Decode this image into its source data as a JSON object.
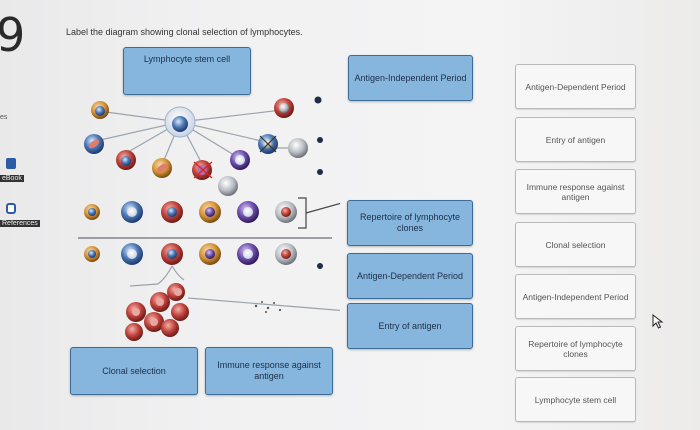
{
  "question": {
    "number": "9",
    "prompt": "Label the diagram showing clonal selection of lymphocytes."
  },
  "sidebar": {
    "items": [
      {
        "label": "es"
      },
      {
        "label": "eBook"
      },
      {
        "label": "References"
      }
    ]
  },
  "diagram_labels": [
    {
      "label": "Lymphocyte stem cell"
    },
    {
      "label": "Antigen-Independent Period"
    },
    {
      "label": "Repertoire of lymphocyte clones"
    },
    {
      "label": "Antigen-Dependent Period"
    },
    {
      "label": "Entry of antigen"
    },
    {
      "label": "Clonal selection"
    },
    {
      "label": "Immune response against antigen"
    }
  ],
  "answer_bank": [
    {
      "label": "Antigen-Dependent Period"
    },
    {
      "label": "Entry of antigen"
    },
    {
      "label": "Immune response against antigen"
    },
    {
      "label": "Clonal selection"
    },
    {
      "label": "Antigen-Independent Period"
    },
    {
      "label": "Repertoire of lymphocyte clones"
    },
    {
      "label": "Lymphocyte stem cell"
    }
  ],
  "colors": {
    "drop_zone": "#86b6dd",
    "drop_zone_border": "#3d6d96",
    "bank_bg": "#f7f7f7",
    "sidebar_icon_blue": "#2c5ca8"
  }
}
